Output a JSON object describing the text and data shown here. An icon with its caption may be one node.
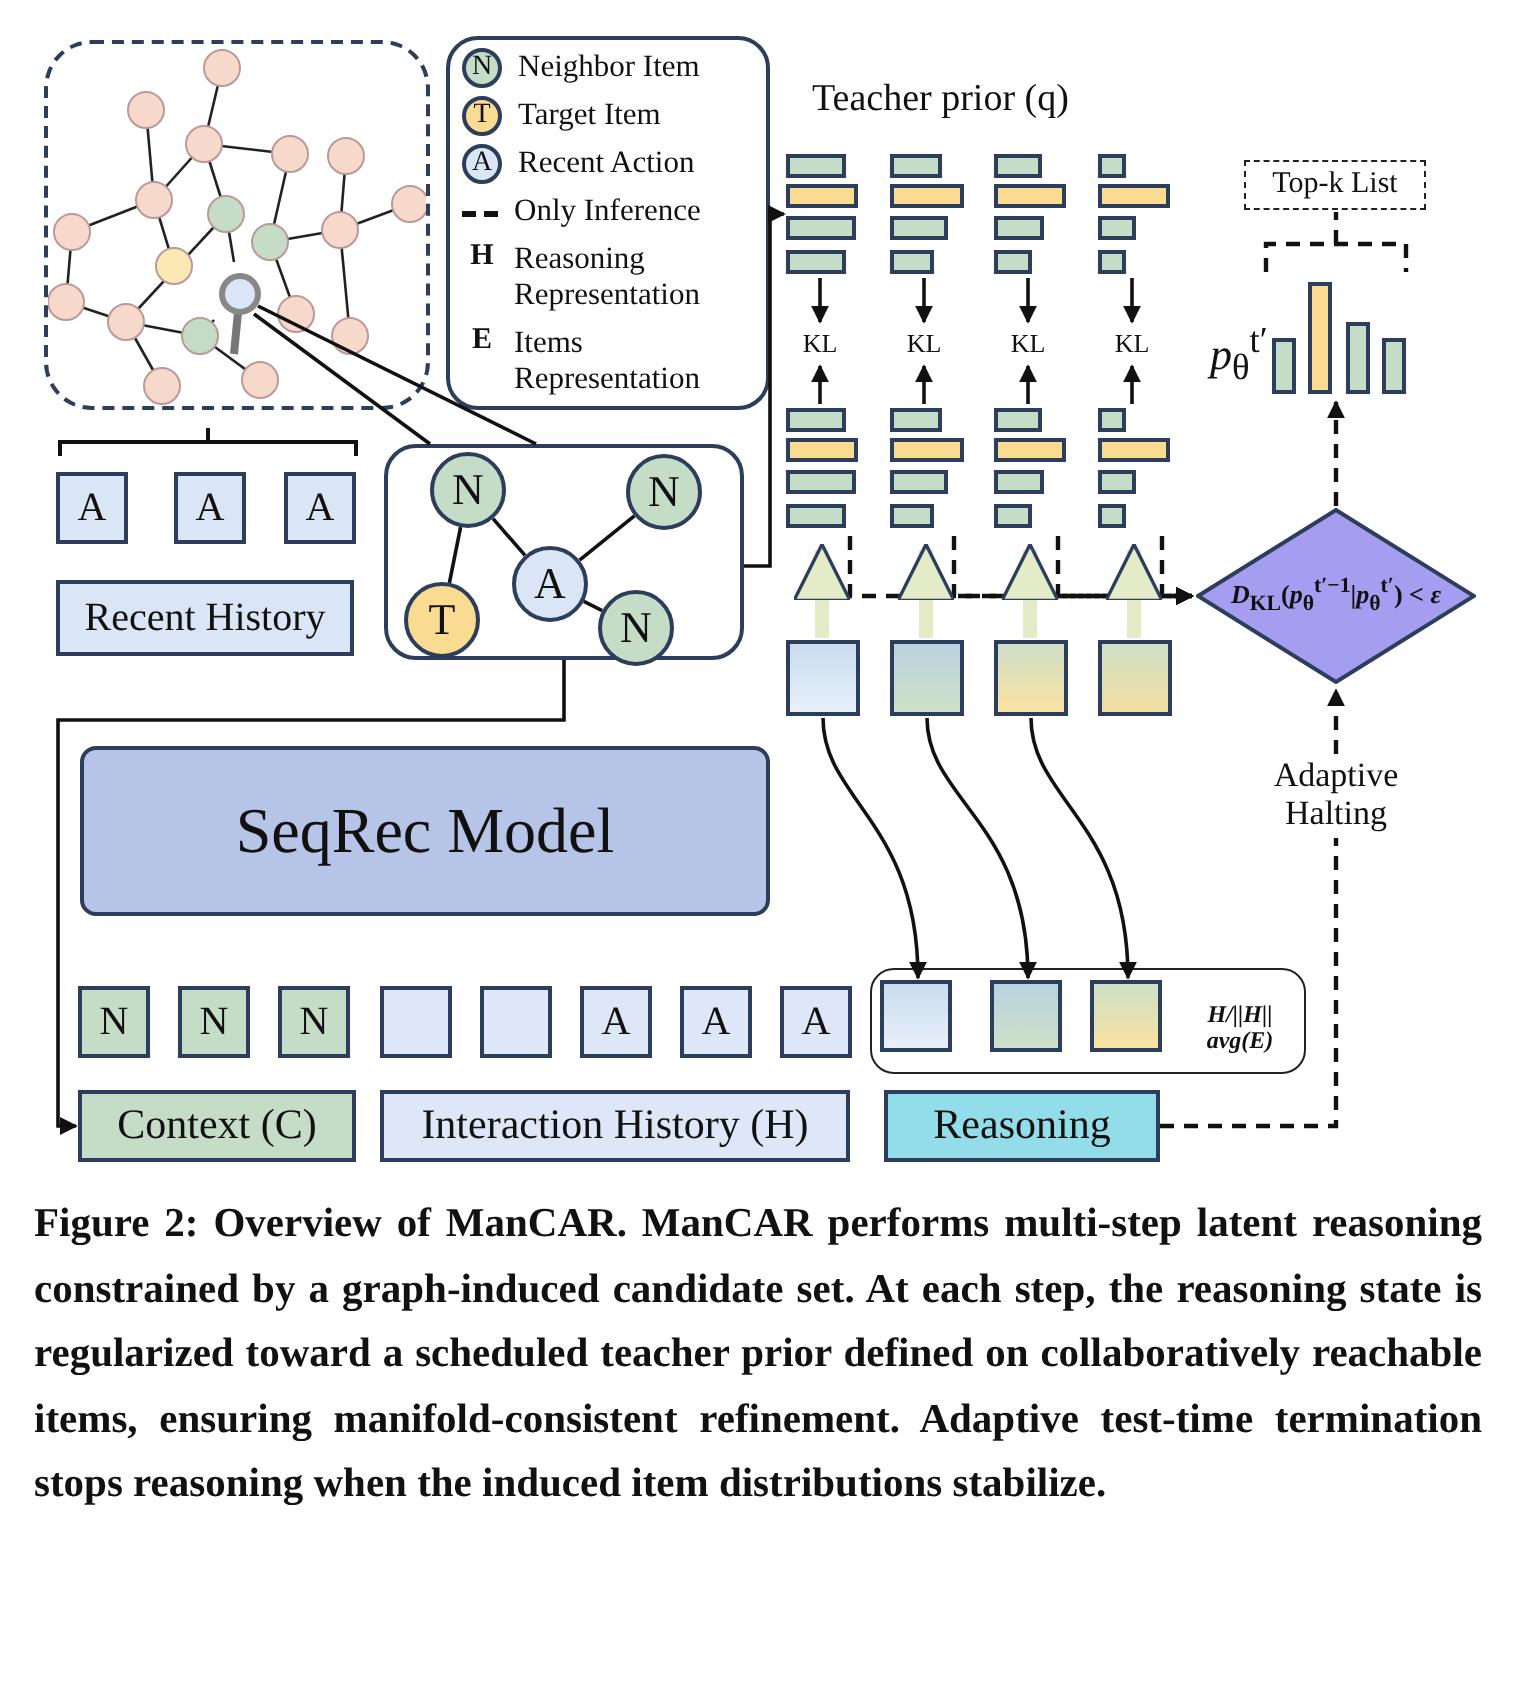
{
  "diagram": {
    "caption": "Figure 2: Overview of ManCAR. ManCAR performs multi-step latent reasoning constrained by a graph-induced candidate set. At each step, the reasoning state is regularized toward a scheduled teacher prior defined on collaboratively reachable items, ensuring manifold-consistent refinement. Adaptive test-time termination stops reasoning when the induced item distributions stabilize.",
    "nodes": [
      {
        "text": [],
        "shape": "box"
      },
      {
        "text": [],
        "shape": "circle",
        "in": 0
      },
      {
        "text": [],
        "shape": "box"
      },
      {
        "text": [
          "N"
        ],
        "in": 2
      },
      {
        "text": [
          "N"
        ],
        "in": 2
      },
      {
        "text": [
          "A"
        ],
        "in": 2
      },
      {
        "text": [
          "T"
        ],
        "in": 2
      },
      {
        "text": [
          "N"
        ],
        "in": 2
      },
      {
        "text": [
          "A"
        ]
      },
      {
        "text": [
          "A"
        ]
      },
      {
        "text": [
          "A"
        ]
      },
      {
        "text": [
          "Recent History"
        ]
      },
      {
        "text": [],
        "shape": "bar"
      },
      {
        "text": [],
        "shape": "bar"
      },
      {
        "text": [],
        "shape": "bar"
      },
      {
        "text": [],
        "shape": "bar"
      },
      {
        "text": [
          "Top-k List"
        ]
      },
      {
        "text": [
          "KL"
        ]
      },
      {
        "text": [
          "KL"
        ]
      },
      {
        "text": [
          "KL"
        ]
      },
      {
        "text": [
          "KL"
        ]
      },
      {
        "text": [],
        "shape": "bar",
        "beside": [
          "*p*$_{θ}$$^{t′}$"
        ]
      },
      {
        "text": [],
        "shape": "bar"
      },
      {
        "text": [],
        "shape": "bar"
      },
      {
        "text": [],
        "shape": "bar"
      },
      {
        "text": [],
        "shape": "bar"
      },
      {
        "text": [],
        "shape": "box"
      },
      {
        "text": [],
        "shape": "box"
      },
      {
        "text": [],
        "shape": "box"
      },
      {
        "text": [],
        "shape": "box"
      },
      {
        "text": [
          "*D*$_{KL}$(*p*$_{θ}$$^{t′−1}$|*p*$_{θ}$$^{t′}$) < *ε*"
        ]
      },
      {
        "text": [
          "Adaptive Halting"
        ]
      },
      {
        "text": [
          "SeqRec Model"
        ]
      },
      {
        "text": [
          "N"
        ]
      },
      {
        "text": [
          "N"
        ]
      },
      {
        "text": [
          "N"
        ]
      },
      {
        "text": [],
        "shape": "box"
      },
      {
        "text": [],
        "shape": "box"
      },
      {
        "text": [
          "A"
        ]
      },
      {
        "text": [
          "A"
        ]
      },
      {
        "text": [
          "A"
        ]
      },
      {
        "text": [
          "*H*/||*H*|| *avg(E)*"
        ]
      },
      {
        "text": [],
        "shape": "box",
        "in": 41
      },
      {
        "text": [],
        "shape": "box",
        "in": 41
      },
      {
        "text": [],
        "shape": "box",
        "in": 41
      },
      {
        "text": [
          "Context (C)"
        ]
      },
      {
        "text": [
          "Interaction History (H)"
        ]
      },
      {
        "text": [
          "Reasoning"
        ]
      }
    ],
    "edges": [
      {
        "from": 1,
        "to": 2,
        "arrow": "none"
      },
      {
        "from": 3,
        "to": 5,
        "arrow": "none"
      },
      {
        "from": 5,
        "to": 4,
        "arrow": "none"
      },
      {
        "from": 5,
        "to": 7,
        "arrow": "none"
      },
      {
        "from": 3,
        "to": 6,
        "arrow": "none"
      },
      {
        "from": 2,
        "to": 12,
        "arrow": "to"
      },
      {
        "from": 12,
        "to": 17,
        "arrow": "to"
      },
      {
        "from": 22,
        "to": 17,
        "arrow": "to"
      },
      {
        "from": 13,
        "to": 18,
        "arrow": "to"
      },
      {
        "from": 23,
        "to": 18,
        "arrow": "to"
      },
      {
        "from": 14,
        "to": 19,
        "arrow": "to"
      },
      {
        "from": 24,
        "to": 19,
        "arrow": "to"
      },
      {
        "from": 15,
        "to": 20,
        "arrow": "to"
      },
      {
        "from": 25,
        "to": 20,
        "arrow": "to"
      },
      {
        "from": 21,
        "to": 16,
        "arrow": "none",
        "style": "dashed"
      },
      {
        "from": 22,
        "to": 30,
        "arrow": "to",
        "style": "dashed"
      },
      {
        "from": 23,
        "to": 30,
        "arrow": "to",
        "style": "dashed"
      },
      {
        "from": 24,
        "to": 30,
        "arrow": "to",
        "style": "dashed"
      },
      {
        "from": 25,
        "to": 30,
        "arrow": "to",
        "style": "dashed"
      },
      {
        "from": 26,
        "to": 22,
        "arrow": "to",
        "style": "thick",
        "color": "#e3ecc6"
      },
      {
        "from": 27,
        "to": 23,
        "arrow": "to",
        "style": "thick",
        "color": "#e3ecc6"
      },
      {
        "from": 28,
        "to": 24,
        "arrow": "to",
        "style": "thick",
        "color": "#e3ecc6"
      },
      {
        "from": 29,
        "to": 25,
        "arrow": "to",
        "style": "thick",
        "color": "#e3ecc6"
      },
      {
        "from": 30,
        "to": 21,
        "arrow": "to",
        "style": "dashed"
      },
      {
        "from": 2,
        "to": 45,
        "arrow": "to"
      },
      {
        "from": 26,
        "to": 42,
        "arrow": "to"
      },
      {
        "from": 27,
        "to": 43,
        "arrow": "to"
      },
      {
        "from": 28,
        "to": 44,
        "arrow": "to"
      },
      {
        "from": 47,
        "to": 31,
        "arrow": "none",
        "style": "dashed"
      },
      {
        "from": 31,
        "to": 30,
        "arrow": "to",
        "style": "dashed"
      }
    ],
    "labels": [
      "N",
      "T",
      "A",
      "H",
      "E",
      "Teacher prior (q)"
    ],
    "legend": [
      {
        "text": "Neighbor Item",
        "color": "#c5dcc6"
      },
      {
        "text": "Target Item",
        "color": "#f9dc92"
      },
      {
        "text": "Recent Action",
        "color": "#dae6f6"
      },
      {
        "text": "Only Inference"
      },
      {
        "text": "Reasoning Representation"
      },
      {
        "text": "Items Representation"
      }
    ]
  }
}
